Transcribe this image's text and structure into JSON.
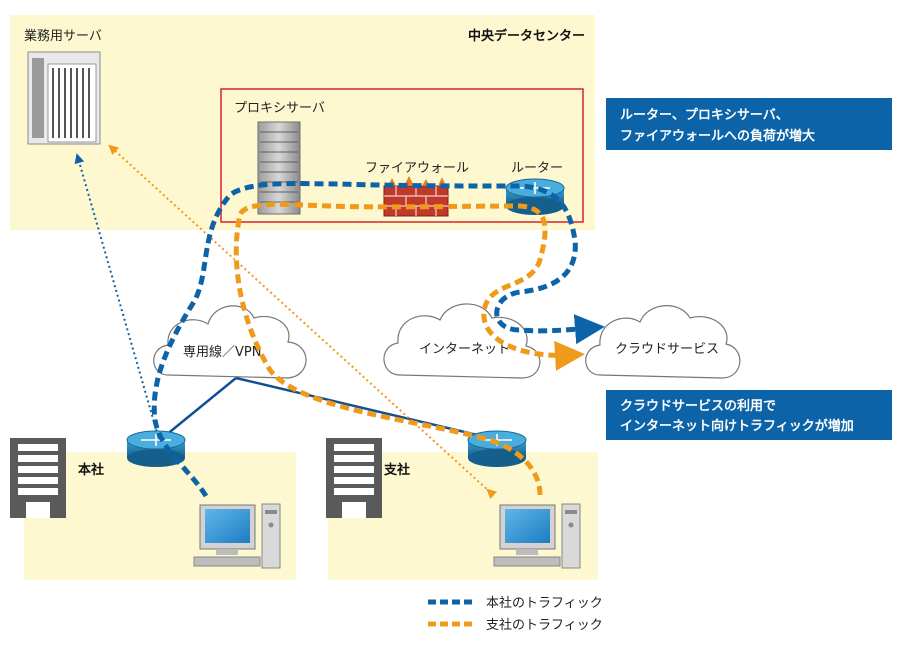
{
  "colors": {
    "zone_fill": "#fdf8cf",
    "red_frame": "#d9232e",
    "hq_traffic": "#0c63a8",
    "branch_traffic": "#ef9a1a",
    "callout": "#0c63a8",
    "vpn_line": "#114f95"
  },
  "zones": {
    "datacenter": "中央データセンター",
    "business_server": "業務用サーバ",
    "hq": "本社",
    "branch": "支社"
  },
  "devices": {
    "proxy": "プロキシサーバ",
    "firewall": "ファイアウォール",
    "router": "ルーター"
  },
  "clouds": {
    "vpn": "専用線／VPN",
    "internet": "インターネット",
    "cloud_service": "クラウドサービス"
  },
  "callouts": {
    "load": [
      "ルーター、プロキシサーバ、",
      "ファイアウォールへの負荷が増大"
    ],
    "traffic": [
      "クラウドサービスの利用で",
      "インターネット向けトラフィックが増加"
    ]
  },
  "legend": {
    "hq": "本社のトラフィック",
    "branch": "支社のトラフィック"
  },
  "icons": [
    "tower-server-icon",
    "rack-server-icon",
    "firewall-icon",
    "router-icon",
    "building-icon",
    "pc-icon",
    "cloud-icon"
  ]
}
